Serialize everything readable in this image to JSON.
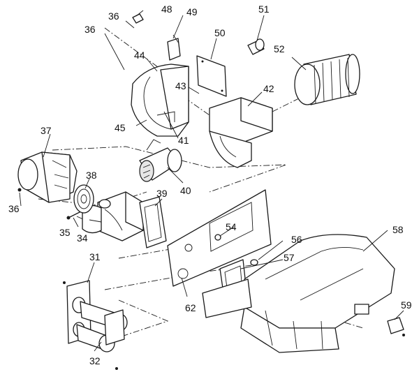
{
  "callouts": {
    "c31": "31",
    "c32": "32",
    "c34": "34",
    "c35": "35",
    "c36a": "36",
    "c36b": "36",
    "c36c": "36",
    "c37": "37",
    "c38": "38",
    "c39": "39",
    "c40": "40",
    "c41": "41",
    "c42": "42",
    "c43": "43",
    "c44": "44",
    "c45": "45",
    "c48": "48",
    "c49": "49",
    "c50": "50",
    "c51": "51",
    "c52": "52",
    "c54": "54",
    "c56": "56",
    "c57": "57",
    "c58": "58",
    "c59": "59",
    "c62": "62"
  },
  "colors": {
    "line": "#1a1a1a",
    "background": "#ffffff",
    "shade": "#e6e6e6"
  }
}
